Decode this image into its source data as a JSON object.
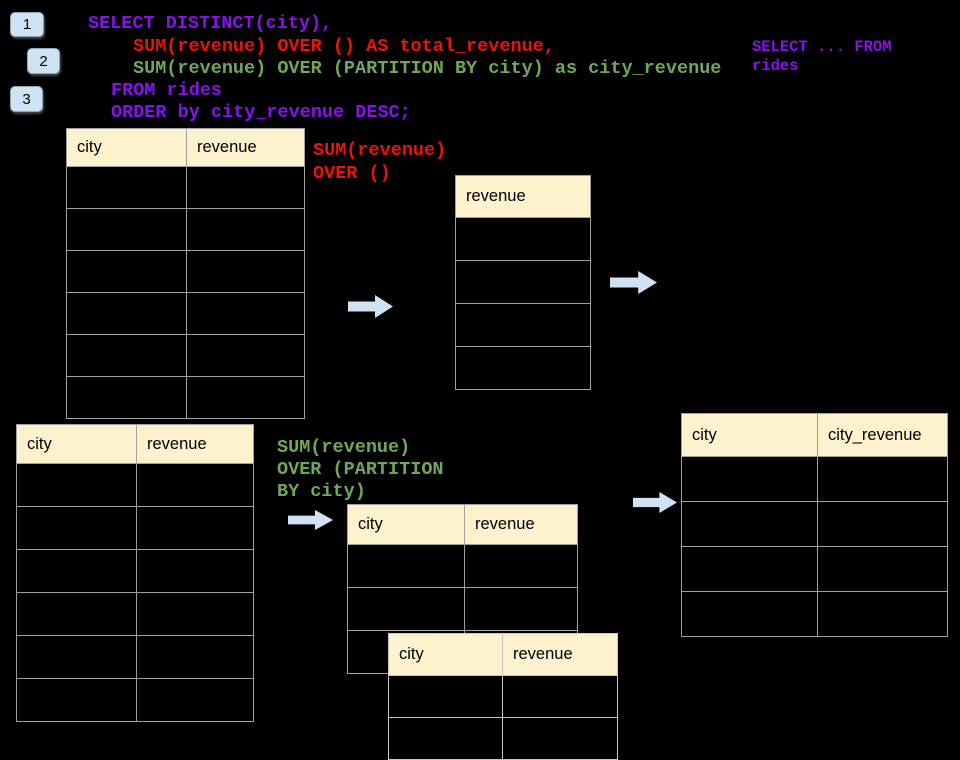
{
  "colors": {
    "purple": "#8712EC",
    "red": "#EA1409",
    "green": "#6FA85A",
    "arrow": "#CFE2F3",
    "badge_bg": "#CFE2F3",
    "header_bg": "#FCF2CE",
    "table_border": "#A0A0A0"
  },
  "badges": {
    "step1": "1",
    "step2": "2",
    "step3": "3"
  },
  "sql": {
    "line1": "SELECT DISTINCT(city),",
    "line2": "SUM(revenue) OVER () AS total_revenue,",
    "line3": "SUM(revenue) OVER (PARTITION BY city) as city_revenue",
    "line4": "FROM rides",
    "line5": "ORDER by city_revenue DESC;"
  },
  "side_note": {
    "line1": "SELECT ... FROM",
    "line2": "rides"
  },
  "labels": {
    "total_window_line1": "SUM(revenue)",
    "total_window_line2": "OVER ()",
    "partition_window_line1": "SUM(revenue)",
    "partition_window_line2": "OVER (PARTITION",
    "partition_window_line3": "BY city)"
  },
  "tables": {
    "source_top": {
      "headers": [
        "city",
        "revenue"
      ],
      "empty_rows": 6
    },
    "total_result": {
      "headers": [
        "revenue"
      ],
      "empty_rows": 4
    },
    "final_result": {
      "headers": [
        "city",
        "city_revenue"
      ],
      "empty_rows": 4
    },
    "source_bottom": {
      "headers": [
        "city",
        "revenue"
      ],
      "empty_rows": 6
    },
    "partition_a": {
      "headers": [
        "city",
        "revenue"
      ],
      "empty_rows": 3
    },
    "partition_b": {
      "headers": [
        "city",
        "revenue"
      ],
      "empty_rows": 2
    }
  }
}
